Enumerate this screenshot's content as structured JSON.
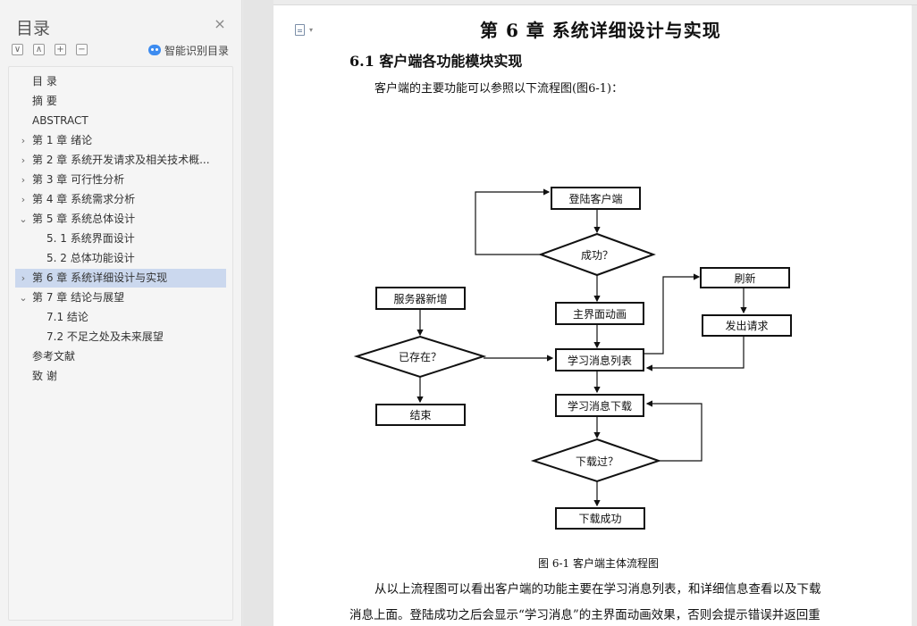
{
  "toc": {
    "title": "目录",
    "close_glyph": "×",
    "toolbar": [
      "∨",
      "∧",
      "+",
      "−"
    ],
    "smart_label": "智能识别目录",
    "items": [
      {
        "label": "目  录",
        "level": 1,
        "caret": ""
      },
      {
        "label": "摘  要",
        "level": 1,
        "caret": ""
      },
      {
        "label": "ABSTRACT",
        "level": 1,
        "caret": ""
      },
      {
        "label": "第 1 章  绪论",
        "level": 1,
        "caret": "›"
      },
      {
        "label": "第 2 章  系统开发请求及相关技术概...",
        "level": 1,
        "caret": "›"
      },
      {
        "label": "第 3 章  可行性分析",
        "level": 1,
        "caret": "›"
      },
      {
        "label": "第 4 章  系统需求分析",
        "level": 1,
        "caret": "›"
      },
      {
        "label": "第 5 章  系统总体设计",
        "level": 1,
        "caret": "⌄"
      },
      {
        "label": "5. 1  系统界面设计",
        "level": 2,
        "caret": ""
      },
      {
        "label": "5. 2  总体功能设计",
        "level": 2,
        "caret": ""
      },
      {
        "label": "第 6 章  系统详细设计与实现",
        "level": 1,
        "caret": "›",
        "active": true
      },
      {
        "label": "第 7 章  结论与展望",
        "level": 1,
        "caret": "⌄"
      },
      {
        "label": "7.1  结论",
        "level": 2,
        "caret": ""
      },
      {
        "label": "7.2  不足之处及未来展望",
        "level": 2,
        "caret": ""
      },
      {
        "label": "参考文献",
        "level": 1,
        "caret": ""
      },
      {
        "label": "致    谢",
        "level": 1,
        "caret": ""
      }
    ]
  },
  "doc": {
    "chapter_title": "第 6 章  系统详细设计与实现",
    "section_title": "6.1  客户端各功能模块实现",
    "intro": "客户端的主要功能可以参照以下流程图(图6-1)：",
    "figure_caption": "图 6-1  客户端主体流程图",
    "para1": "从以上流程图可以看出客户端的功能主要在学习消息列表，和详细信息查看以及下载",
    "para2": "消息上面。登陆成功之后会显示“学习消息”的主界面动画效果，否则会提示错误并返回重"
  },
  "flowchart": {
    "login": "登陆客户端",
    "success": "成功？",
    "main_anim": "主界面动画",
    "msg_list": "学习消息列表",
    "refresh": "刷新",
    "send_req": "发出请求",
    "server_add": "服务器新增",
    "exists": "已存在？",
    "end": "结束",
    "download": "学习消息下载",
    "downloaded": "下载过？",
    "download_ok": "下载成功"
  }
}
